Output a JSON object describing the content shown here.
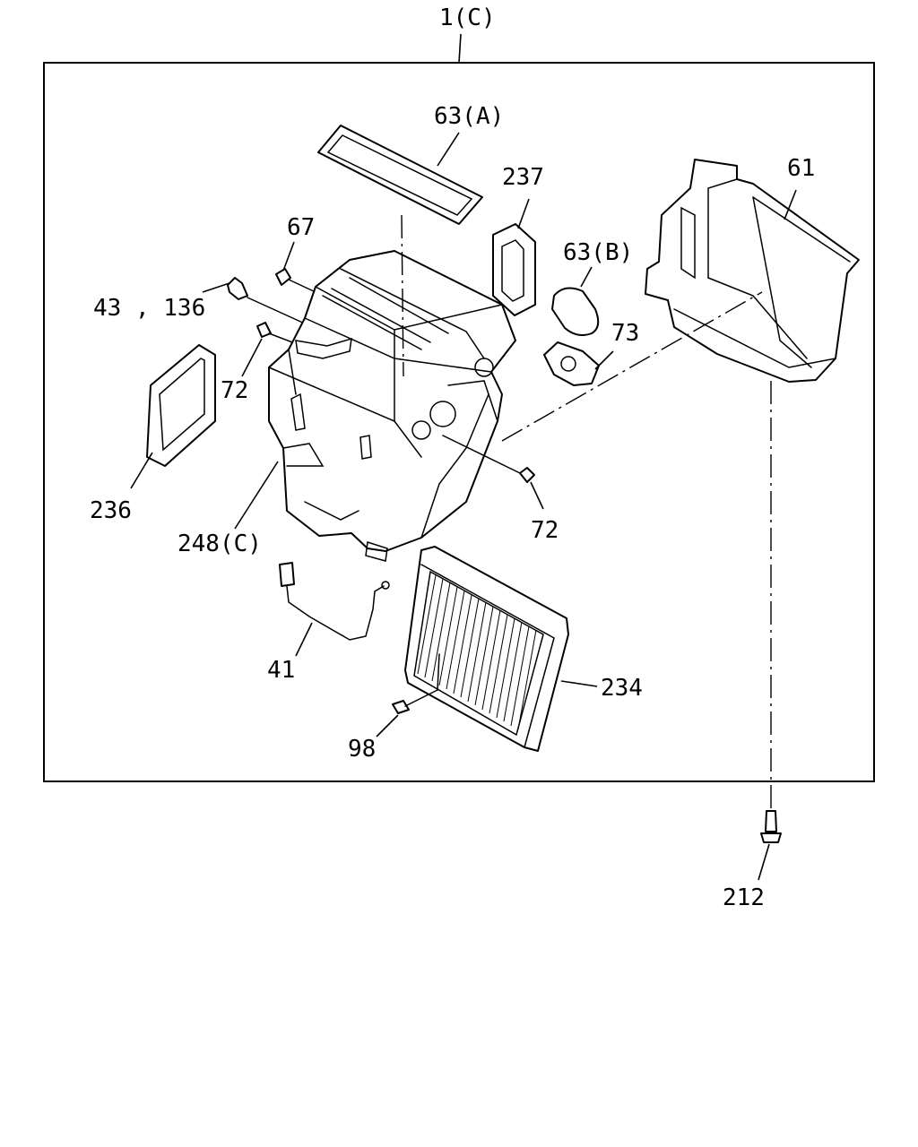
{
  "callouts": {
    "assembly": "1(C)",
    "gasket_a": "63(A)",
    "seal_237": "237",
    "clip_67": "67",
    "pin_43_136": "43 , 136",
    "cap_72_left": "72",
    "seal_236": "236",
    "bracket_248c": "248(C)",
    "gasket_b": "63(B)",
    "actuator_73": "73",
    "case_61": "61",
    "cap_72_right": "72",
    "sensor_41": "41",
    "evaporator_234": "234",
    "clip_98": "98",
    "screw_212": "212"
  },
  "colors": {
    "line": "#000000",
    "background": "#ffffff"
  }
}
